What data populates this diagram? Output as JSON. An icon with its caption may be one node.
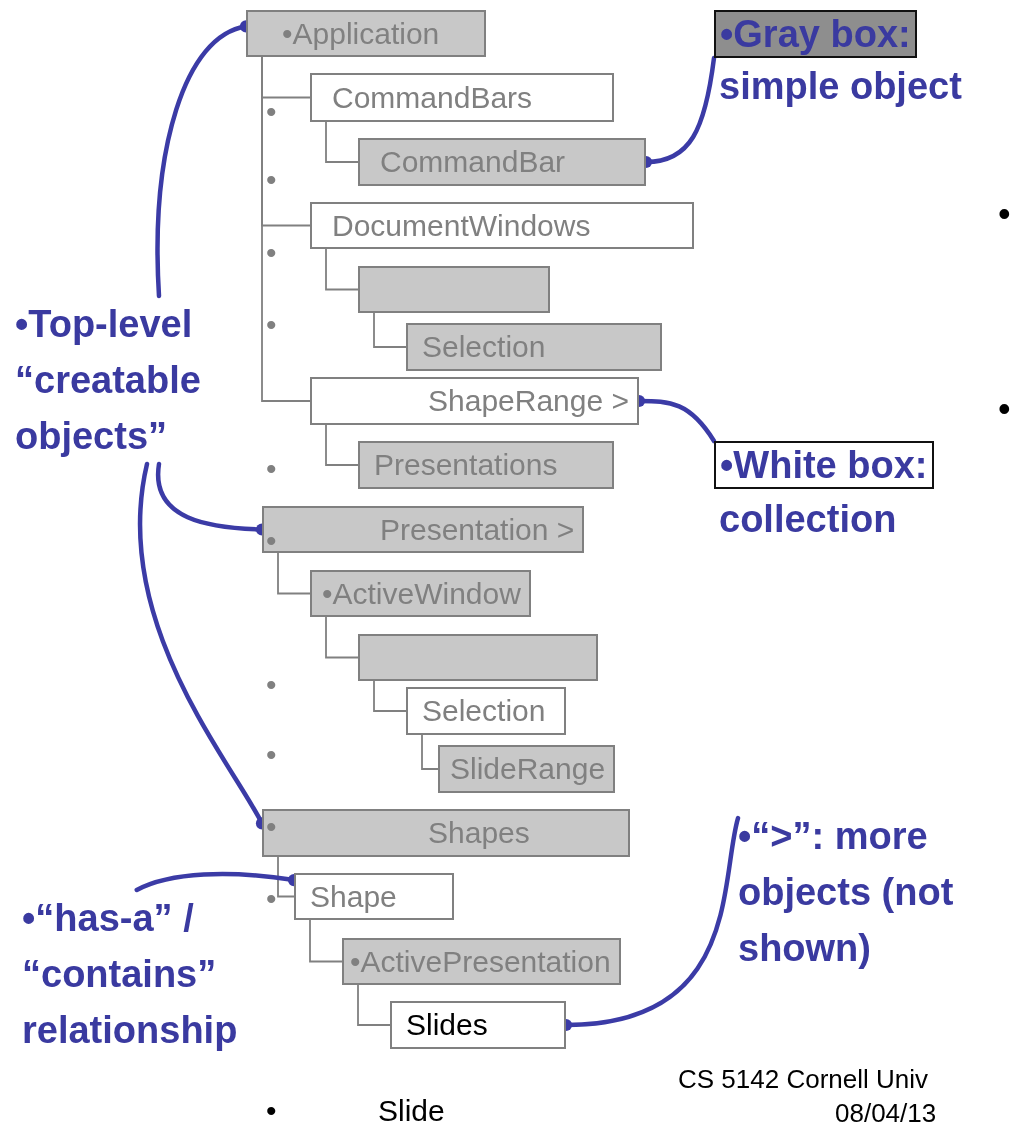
{
  "diagram": {
    "nodes": [
      {
        "text": [
          "•Application"
        ]
      },
      {
        "text": [
          "CommandBars"
        ]
      },
      {
        "text": [
          "CommandBar"
        ]
      },
      {
        "text": [
          "DocumentWindows"
        ]
      },
      {
        "text": [],
        "shape": "box"
      },
      {
        "text": [
          "Selection"
        ]
      },
      {
        "text": [
          "ShapeRange >"
        ]
      },
      {
        "text": [
          "Presentations"
        ]
      },
      {
        "text": [
          "Presentation >"
        ]
      },
      {
        "text": [
          "•ActiveWindow"
        ]
      },
      {
        "text": [],
        "shape": "box"
      },
      {
        "text": [
          "Selection"
        ]
      },
      {
        "text": [
          "SlideRange"
        ]
      },
      {
        "text": [
          "Shapes"
        ]
      },
      {
        "text": [
          "Shape"
        ]
      },
      {
        "text": [
          "•ActivePresentation"
        ]
      },
      {
        "text": [
          "Slides"
        ]
      },
      {
        "text": [
          "•Gray box:"
        ],
        "beside": [
          "simple object"
        ]
      },
      {
        "text": [
          "•Top-level “creatable objects”"
        ]
      },
      {
        "text": [
          "•White box:"
        ],
        "beside": [
          "collection"
        ]
      },
      {
        "text": [
          "•“>”: more objects (not shown)"
        ]
      },
      {
        "text": [
          "•“has-a” / “contains” relationship"
        ]
      }
    ],
    "edges": [
      {
        "from": 0,
        "to": 1,
        "arrow": "none"
      },
      {
        "from": 0,
        "to": 3,
        "arrow": "none"
      },
      {
        "from": 0,
        "to": 6,
        "arrow": "none"
      },
      {
        "from": 1,
        "to": 2,
        "arrow": "none"
      },
      {
        "from": 3,
        "to": 4,
        "arrow": "none"
      },
      {
        "from": 4,
        "to": 5,
        "arrow": "none"
      },
      {
        "from": 6,
        "to": 7,
        "arrow": "none"
      },
      {
        "from": 8,
        "to": 9,
        "arrow": "none"
      },
      {
        "from": 9,
        "to": 10,
        "arrow": "none"
      },
      {
        "from": 10,
        "to": 11,
        "arrow": "none"
      },
      {
        "from": 11,
        "to": 12,
        "arrow": "none"
      },
      {
        "from": 13,
        "to": 14,
        "arrow": "none"
      },
      {
        "from": 14,
        "to": 15,
        "arrow": "none"
      },
      {
        "from": 15,
        "to": 16,
        "arrow": "none"
      },
      {
        "from": 17,
        "to": 2,
        "arrow": "other",
        "style": "thick",
        "color": "#3b3ba6"
      },
      {
        "from": 18,
        "to": 0,
        "arrow": "other",
        "style": "thick",
        "color": "#3b3ba6"
      },
      {
        "from": 19,
        "to": 6,
        "arrow": "other",
        "style": "thick",
        "color": "#3b3ba6"
      },
      {
        "from": 18,
        "to": 8,
        "arrow": "other",
        "style": "thick",
        "color": "#3b3ba6"
      },
      {
        "from": 18,
        "to": 13,
        "arrow": "other",
        "style": "thick",
        "color": "#3b3ba6"
      },
      {
        "from": 20,
        "to": 16,
        "arrow": "other",
        "style": "thick",
        "color": "#3b3ba6"
      },
      {
        "from": 21,
        "to": 14,
        "arrow": "other",
        "style": "thick",
        "color": "#3b3ba6"
      }
    ],
    "labels": [
      "•",
      "•",
      "•",
      "•",
      "•",
      "•",
      "•",
      "•",
      "•",
      "•",
      "•",
      "•",
      "CS 5142 Cornell Univ",
      "•",
      "Slide",
      "08/04/13"
    ]
  }
}
